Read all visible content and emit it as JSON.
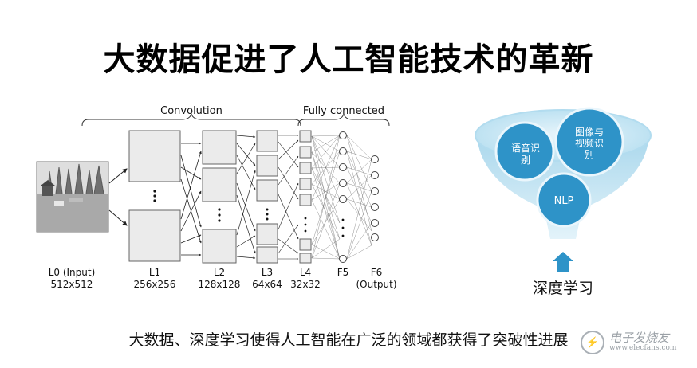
{
  "title": "大数据促进了人工智能技术的革新",
  "cnn": {
    "group_labels": [
      "Convolution",
      "Fully connected"
    ],
    "layers": [
      {
        "name": "L0 (Input)",
        "size": "512x512"
      },
      {
        "name": "L1",
        "size": "256x256"
      },
      {
        "name": "L2",
        "size": "128x128"
      },
      {
        "name": "L3",
        "size": "64x64"
      },
      {
        "name": "L4",
        "size": "32x32"
      },
      {
        "name": "F5",
        "size": ""
      },
      {
        "name": "F6",
        "size": "(Output)"
      }
    ]
  },
  "funnel": {
    "circles": [
      "语音识别",
      "图像与视频识别",
      "NLP"
    ],
    "bottom_label": "深度学习",
    "colors": {
      "fill": "#2e93c8",
      "funnel_light": "#cfe9f4",
      "funnel_mid": "#a9d7ec",
      "arrow": "#2e93c8"
    }
  },
  "caption": "大数据、深度学习使得人工智能在广泛的领域都获得了突破性进展",
  "watermark": {
    "main": "电子发烧友",
    "sub": "www.elecfans.com"
  }
}
